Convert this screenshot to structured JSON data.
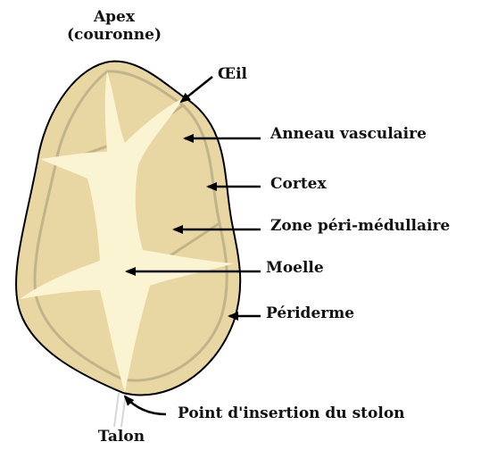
{
  "diagram": {
    "colors": {
      "skin": "#e8d7a3",
      "flesh": "#e9d9a6",
      "pith": "#fbf4d2",
      "vascular_ring": "#c2b48a",
      "outline": "#000000",
      "stolon": "#e6e6e6"
    },
    "labels": {
      "apex_line1": "Apex",
      "apex_line2": "(couronne)",
      "oeil": "Œil",
      "anneau": "Anneau vasculaire",
      "cortex": "Cortex",
      "zone": "Zone péri-médullaire",
      "moelle": "Moelle",
      "periderme": "Périderme",
      "stolon": "Point d'insertion du stolon",
      "talon": "Talon"
    }
  }
}
